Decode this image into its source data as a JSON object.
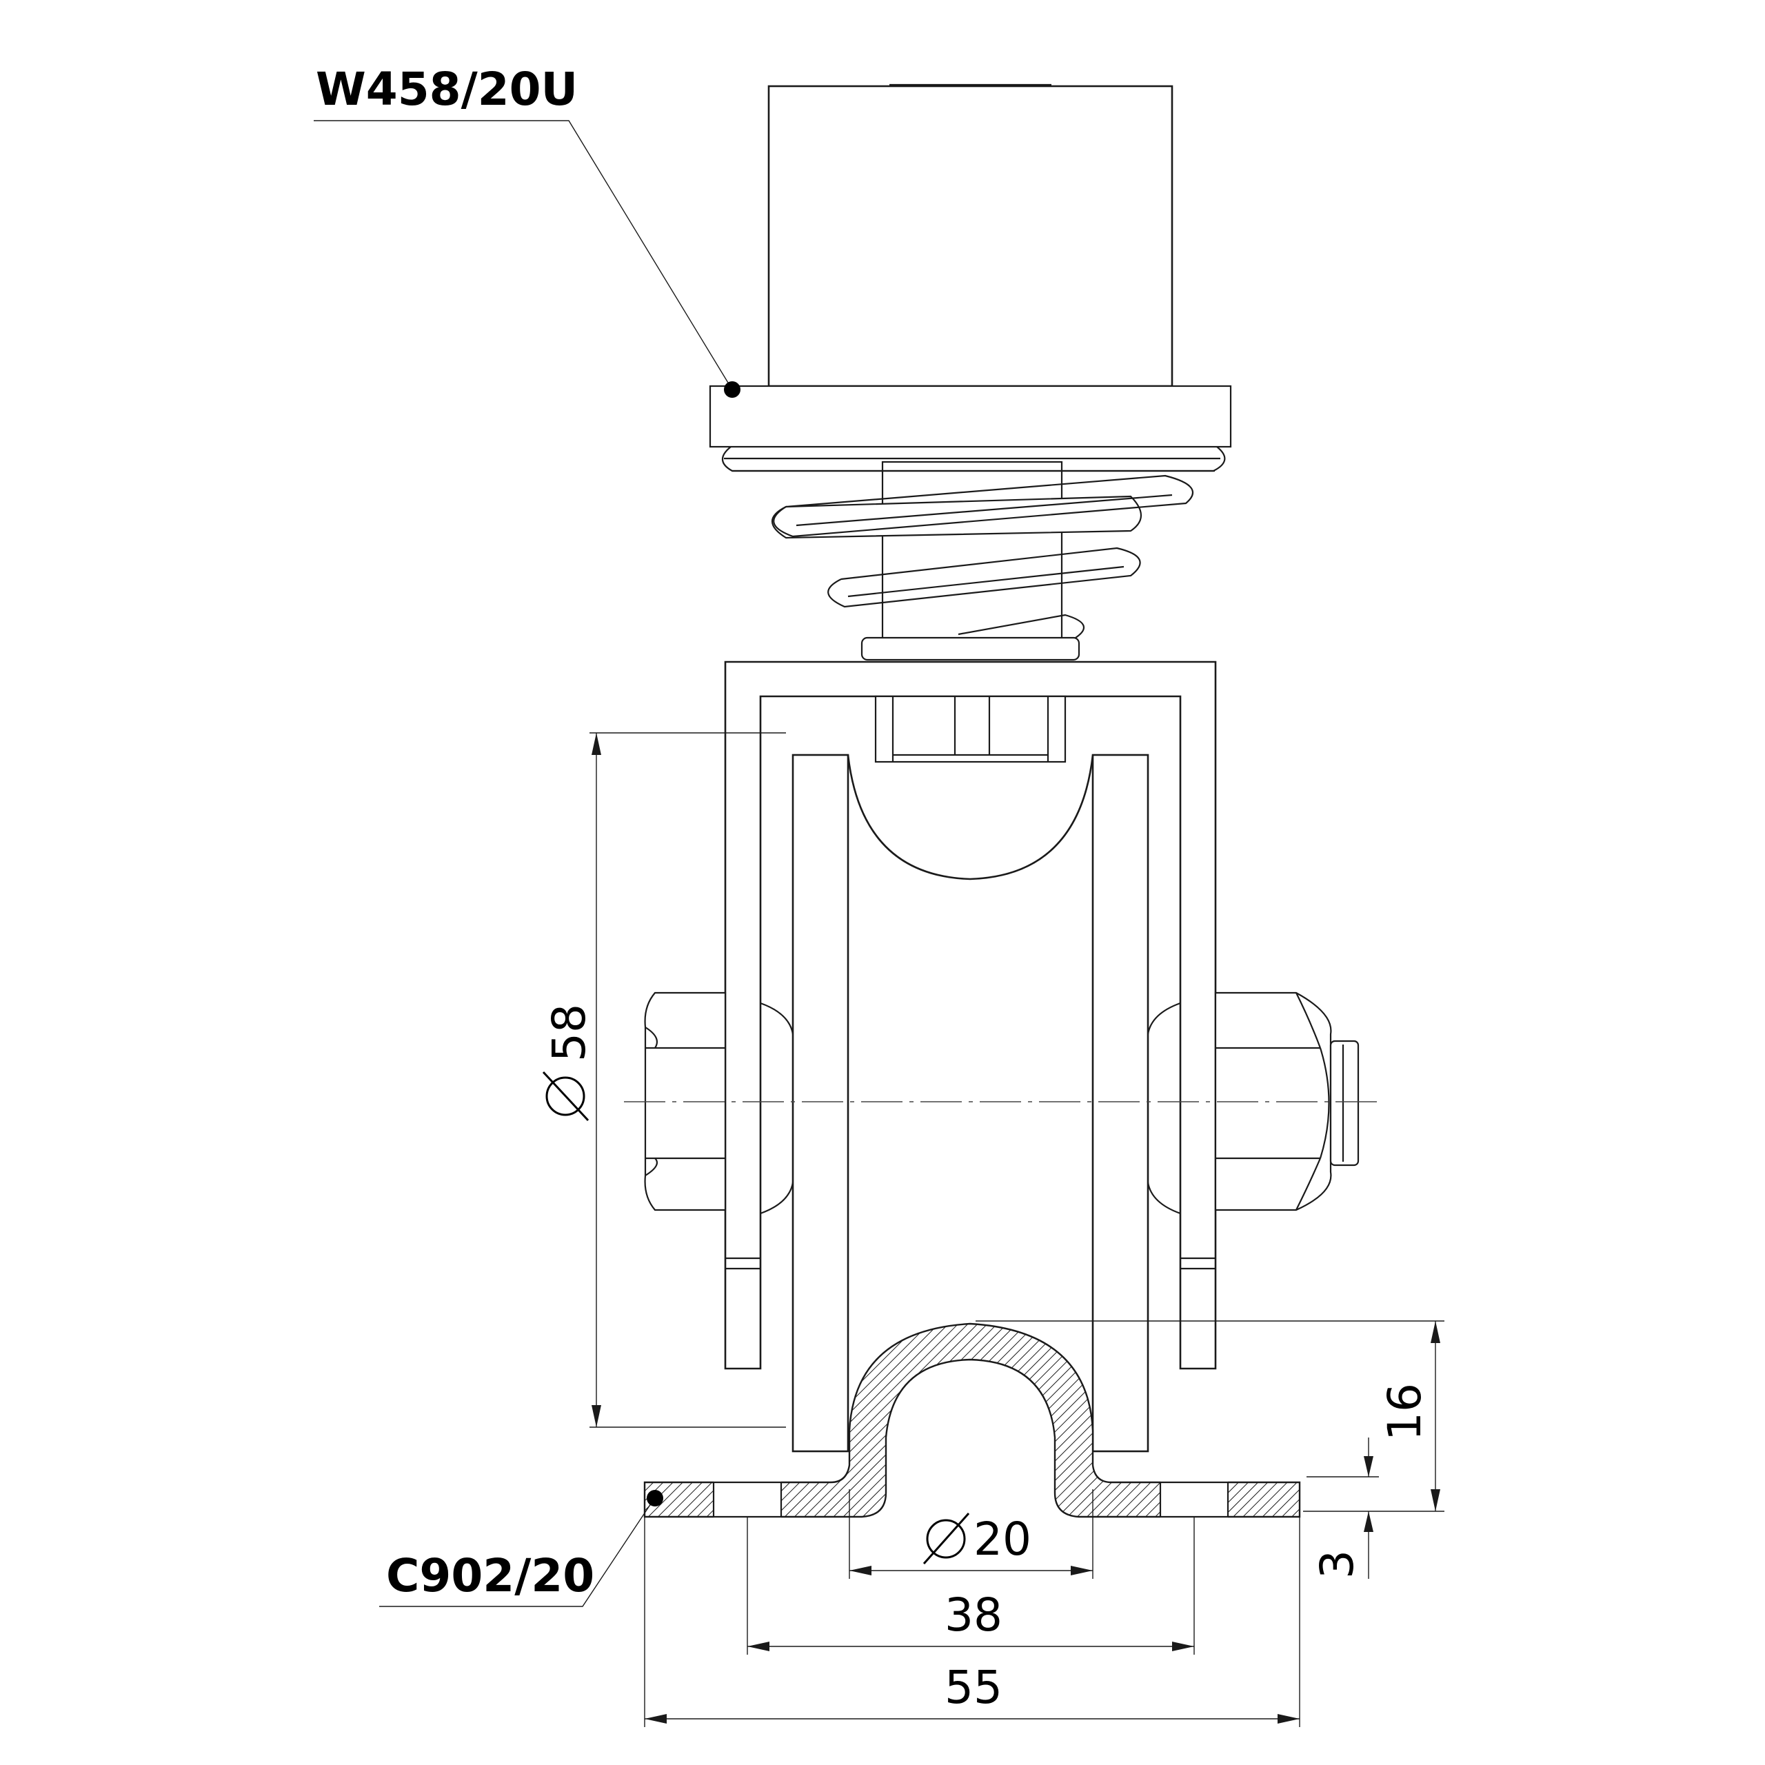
{
  "labels": {
    "top_part": "W458/20U",
    "bottom_part": "C902/20"
  },
  "dimensions": {
    "wheel_diameter": "58",
    "height": "16",
    "thickness": "3",
    "groove_diameter": "20",
    "hole_spacing": "38",
    "overall_width": "55"
  }
}
